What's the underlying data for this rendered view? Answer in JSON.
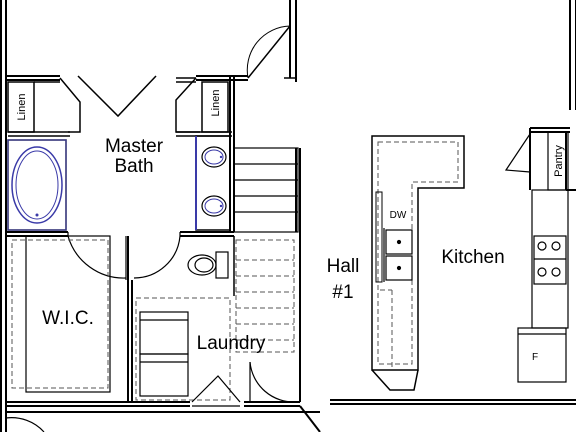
{
  "rooms": {
    "master_bath_line1": "Master",
    "master_bath_line2": "Bath",
    "linen_left": "Linen",
    "linen_right": "Linen",
    "wic": "W.I.C.",
    "laundry": "Laundry",
    "hall_line1": "Hall",
    "hall_line2": "#1",
    "kitchen": "Kitchen",
    "pantry": "Pantry"
  },
  "appliances": {
    "dishwasher": "DW",
    "fridge": "F"
  },
  "colors": {
    "wall": "#000000",
    "fixture_outline": "#3a3aa8",
    "dashed": "#555555"
  }
}
